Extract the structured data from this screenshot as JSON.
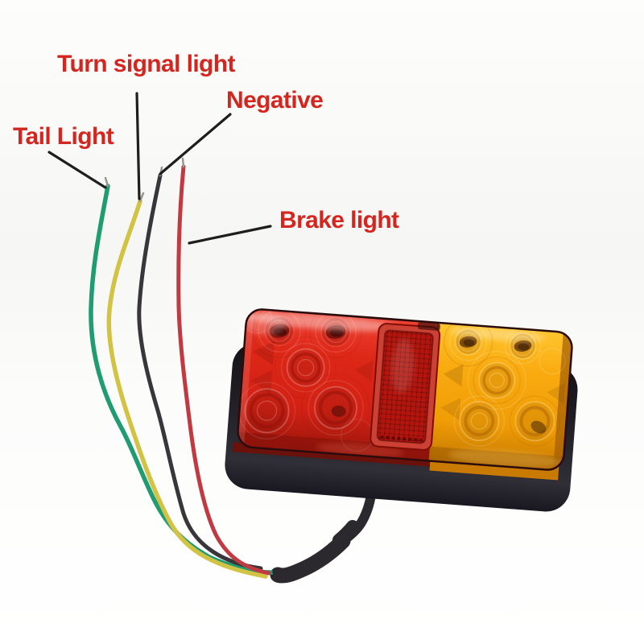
{
  "image_description": "product photo of a trailer rear tail lamp with four labelled connection wires",
  "page_background": "#f8f8f6",
  "annotation": {
    "text_color": "#d4261f",
    "line_color": "#1e1e1e",
    "labels": [
      {
        "text": "Tail Light",
        "points_to_wire": "green"
      },
      {
        "text": "Turn signal light",
        "points_to_wire": "yellow"
      },
      {
        "text": "Negative",
        "points_to_wire": "black"
      },
      {
        "text": "Brake light",
        "points_to_wire": "red"
      }
    ]
  },
  "wire_colors": {
    "green": "#1f9c72",
    "yellow": "#d3c345",
    "black": "#38363a",
    "red": "#c23a41",
    "bare_tip": "#9b968e"
  },
  "lamp_colors": {
    "lens_red": "#dc2517",
    "lens_amber": "#f7a30a",
    "reflector_red": "#b5170f",
    "housing_black": "#232127",
    "cable_black": "#2b292e"
  }
}
